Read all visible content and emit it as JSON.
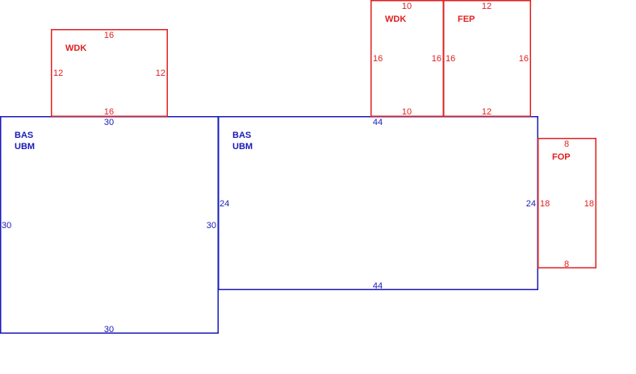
{
  "colors": {
    "main_area": "#1a1ab8",
    "addition": "#e02020"
  },
  "areas": [
    {
      "id": "bas-left",
      "labels": [
        "BAS",
        "UBM"
      ],
      "kind": "main",
      "dims": {
        "top": "30",
        "bottom": "30",
        "left": "30",
        "right": "30"
      }
    },
    {
      "id": "bas-right",
      "labels": [
        "BAS",
        "UBM"
      ],
      "kind": "main",
      "dims": {
        "top": "44",
        "bottom": "44",
        "left": "24",
        "right": "24"
      }
    },
    {
      "id": "wdk-left",
      "labels": [
        "WDK"
      ],
      "kind": "addition",
      "dims": {
        "top": "16",
        "bottom": "16",
        "left": "12",
        "right": "12"
      }
    },
    {
      "id": "wdk-top",
      "labels": [
        "WDK"
      ],
      "kind": "addition",
      "dims": {
        "top": "10",
        "bottom": "10",
        "left": "16",
        "right": "16"
      }
    },
    {
      "id": "fep-top",
      "labels": [
        "FEP"
      ],
      "kind": "addition",
      "dims": {
        "top": "12",
        "bottom": "12",
        "left": "16",
        "right": "16"
      }
    },
    {
      "id": "fop-right",
      "labels": [
        "FOP"
      ],
      "kind": "addition",
      "dims": {
        "top": "8",
        "bottom": "8",
        "left": "18",
        "right": "18"
      }
    }
  ]
}
